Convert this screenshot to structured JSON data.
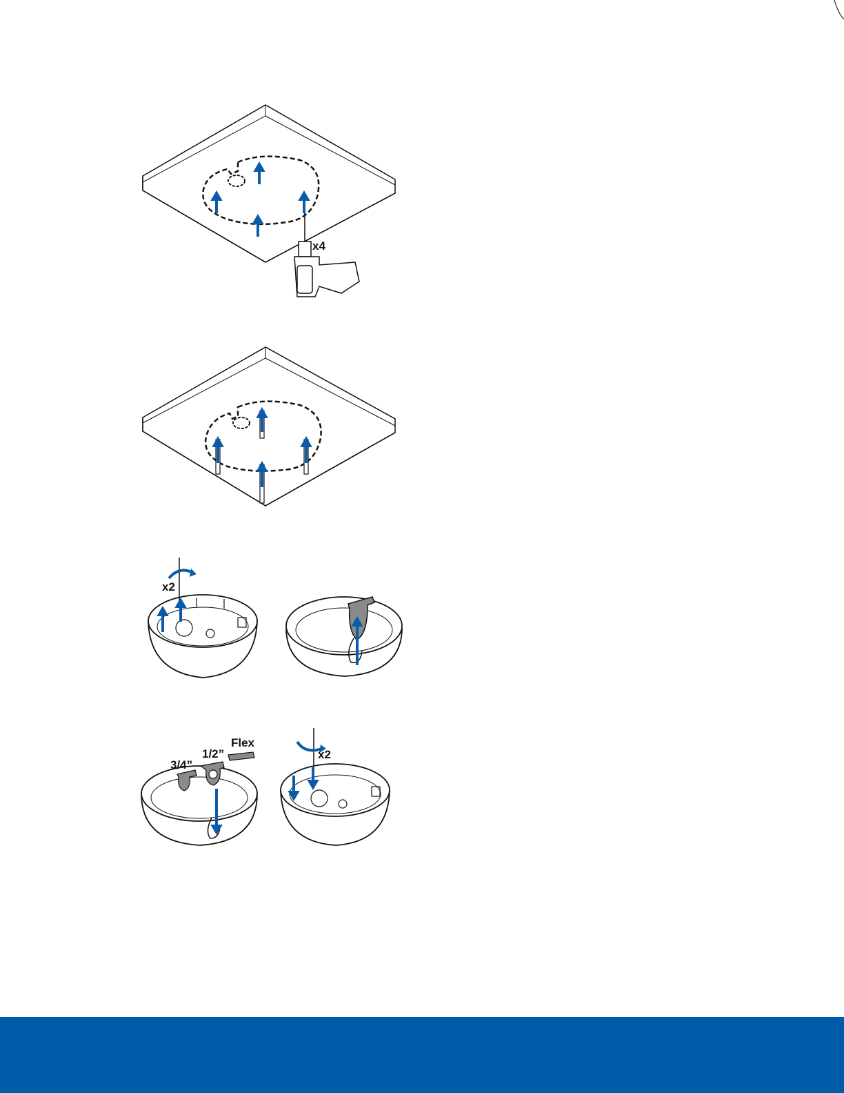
{
  "labels": {
    "drill_count": "x4",
    "screw_count_a": "x2",
    "screw_count_b": "x2",
    "conduit_3_4": "3/4”",
    "conduit_1_2": "1/2”",
    "conduit_flex": "Flex"
  },
  "colors": {
    "accent_blue": "#0a5ca8",
    "footer_band": "#005ba9",
    "part_gray": "#8a8a8a"
  },
  "icons": [
    "up-arrow-icon",
    "down-arrow-icon",
    "rotate-arrow-icon",
    "drill-icon",
    "screwdriver-icon",
    "wall-anchor-icon"
  ]
}
